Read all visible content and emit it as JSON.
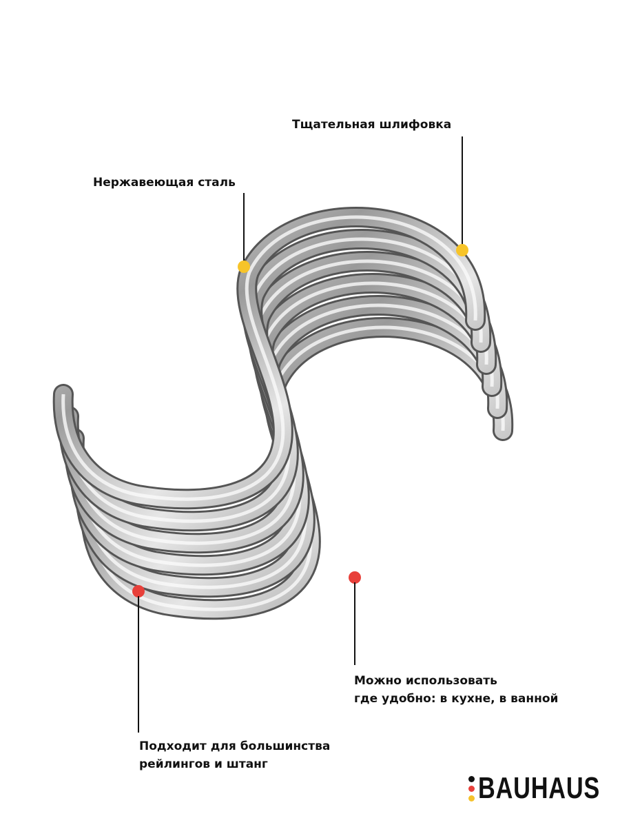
{
  "callouts": {
    "polish": "Тщательная шлифовка",
    "steel": "Нержавеющая сталь",
    "usage_line1": "Можно использовать",
    "usage_line2": "где удобно: в кухне, в ванной",
    "fit_line1": "Подходит для большинства",
    "fit_line2": "рейлингов и штанг"
  },
  "logo": {
    "text": "BAUHAUS",
    "dot_colors": [
      "#111111",
      "#e8403a",
      "#f5c22b"
    ]
  },
  "colors": {
    "accent_yellow": "#f7c429",
    "accent_red": "#e8403a"
  },
  "product_icon": "s-hooks-stack"
}
